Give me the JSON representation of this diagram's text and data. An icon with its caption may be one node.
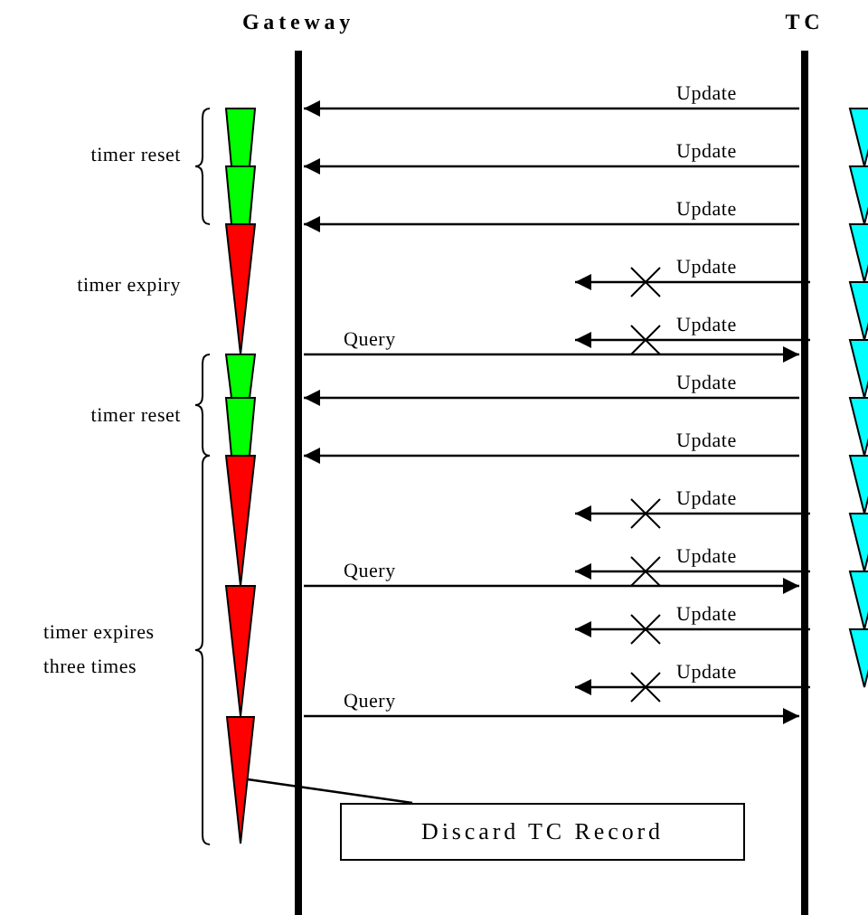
{
  "diagram": {
    "nodes": [
      {
        "text": [
          "Gateway"
        ]
      },
      {
        "text": [
          "TC"
        ]
      },
      {
        "text": [],
        "shape": "triangle"
      },
      {
        "text": [
          "Discard TC Record"
        ]
      }
    ],
    "edges": [
      {
        "from": 1,
        "to": 0,
        "arrow": "to",
        "label": "Update"
      },
      {
        "from": 1,
        "to": 0,
        "arrow": "to",
        "label": "Update"
      },
      {
        "from": 1,
        "to": 0,
        "arrow": "to",
        "label": "Update"
      },
      {
        "from": 1,
        "to": null,
        "arrow": "to",
        "label": "Update"
      },
      {
        "from": 1,
        "to": null,
        "arrow": "to",
        "label": "Update"
      },
      {
        "from": 0,
        "to": 1,
        "arrow": "to",
        "label": "Query"
      },
      {
        "from": 1,
        "to": 0,
        "arrow": "to",
        "label": "Update"
      },
      {
        "from": 1,
        "to": 0,
        "arrow": "to",
        "label": "Update"
      },
      {
        "from": 1,
        "to": null,
        "arrow": "to",
        "label": "Update"
      },
      {
        "from": 1,
        "to": null,
        "arrow": "to",
        "label": "Update"
      },
      {
        "from": 0,
        "to": 1,
        "arrow": "to",
        "label": "Query"
      },
      {
        "from": 1,
        "to": null,
        "arrow": "to",
        "label": "Update"
      },
      {
        "from": 1,
        "to": null,
        "arrow": "to",
        "label": "Update"
      },
      {
        "from": 0,
        "to": 1,
        "arrow": "to",
        "label": "Query"
      },
      {
        "from": 3,
        "to": 2,
        "arrow": "none"
      }
    ],
    "labels": [
      "timer reset",
      "timer expiry",
      "timer reset",
      "timer expires three times"
    ]
  }
}
